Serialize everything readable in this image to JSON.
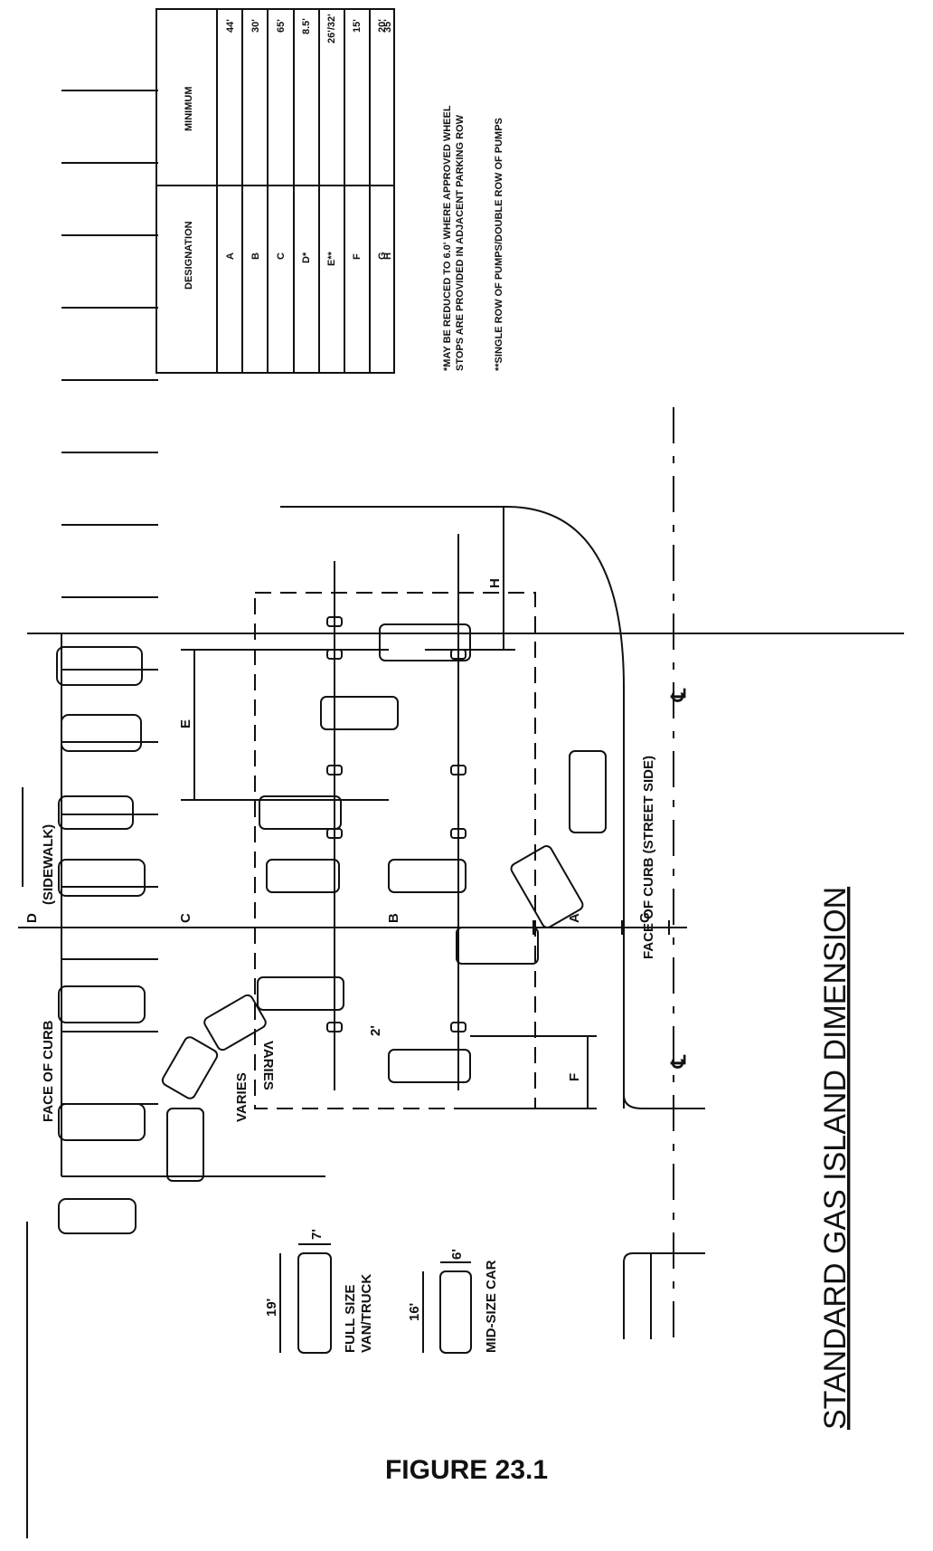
{
  "title": "STANDARD GAS ISLAND DIMENSION",
  "figure_caption": "FIGURE 23.1",
  "table": {
    "headers": [
      "DESIGNATION",
      "MINIMUM"
    ],
    "rows": [
      {
        "designation": "A",
        "minimum": "44'"
      },
      {
        "designation": "B",
        "minimum": "30'"
      },
      {
        "designation": "C",
        "minimum": "65'"
      },
      {
        "designation": "D*",
        "minimum": "8.5'"
      },
      {
        "designation": "E**",
        "minimum": "26'/32'"
      },
      {
        "designation": "F",
        "minimum": "15'"
      },
      {
        "designation": "G",
        "minimum": "20'"
      },
      {
        "designation": "H",
        "minimum": "35'"
      }
    ]
  },
  "notes": {
    "note1_line1": "*MAY BE REDUCED TO 6.0' WHERE APPROVED WHEEL",
    "note1_line2": "STOPS ARE PROVIDED IN ADJACENT PARKING ROW",
    "note2": "**SINGLE ROW OF PUMPS/DOUBLE ROW OF PUMPS"
  },
  "labels": {
    "face_of_curb": "FACE OF CURB",
    "sidewalk": "(SIDEWALK)",
    "face_of_curb_street": "FACE OF CURB   (STREET SIDE)",
    "varies": "VARIES",
    "centerline": "℄",
    "dim_A": "A",
    "dim_B": "B",
    "dim_C": "C",
    "dim_D": "D",
    "dim_E": "E",
    "dim_F": "F",
    "dim_G": "G",
    "dim_H": "H",
    "angle": "2'"
  },
  "legend": {
    "truck_label_line1": "FULL SIZE",
    "truck_label_line2": "VAN/TRUCK",
    "truck_length": "19'",
    "truck_width": "7'",
    "car_label": "MID-SIZE CAR",
    "car_length": "16'",
    "car_width": "6'"
  }
}
